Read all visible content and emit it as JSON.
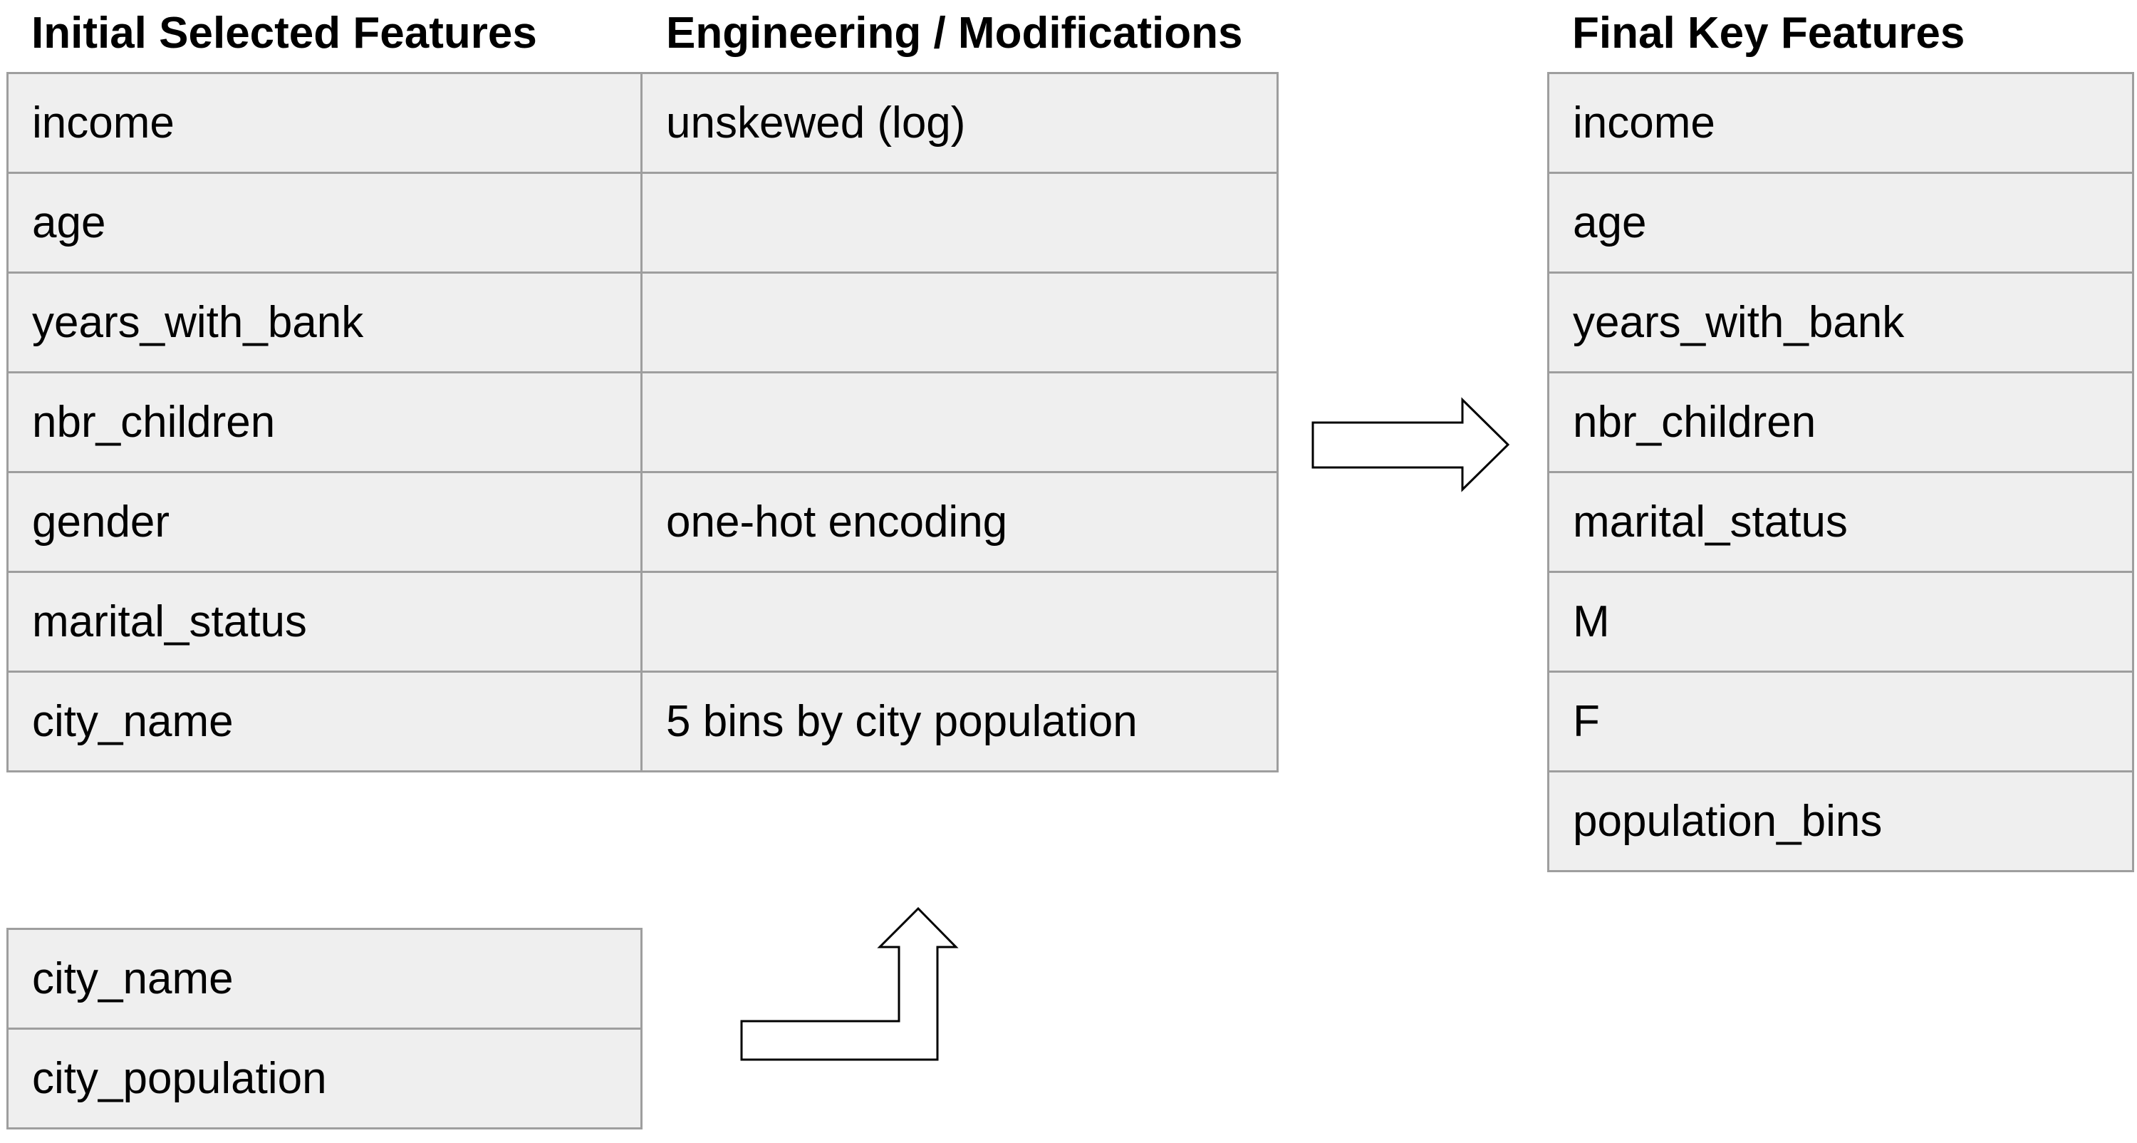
{
  "headers": {
    "initial": "Initial Selected Features",
    "engineering": "Engineering / Modifications",
    "final": "Final Key Features"
  },
  "main_table": [
    {
      "feature": "income",
      "modification": "unskewed (log)"
    },
    {
      "feature": "age",
      "modification": ""
    },
    {
      "feature": "years_with_bank",
      "modification": ""
    },
    {
      "feature": "nbr_children",
      "modification": ""
    },
    {
      "feature": "gender",
      "modification": "one-hot encoding"
    },
    {
      "feature": "marital_status",
      "modification": ""
    },
    {
      "feature": "city_name",
      "modification": "5 bins by city population"
    }
  ],
  "extra_table": [
    "city_name",
    "city_population"
  ],
  "final_table": [
    "income",
    "age",
    "years_with_bank",
    "nbr_children",
    "marital_status",
    "M",
    "F",
    "population_bins"
  ]
}
